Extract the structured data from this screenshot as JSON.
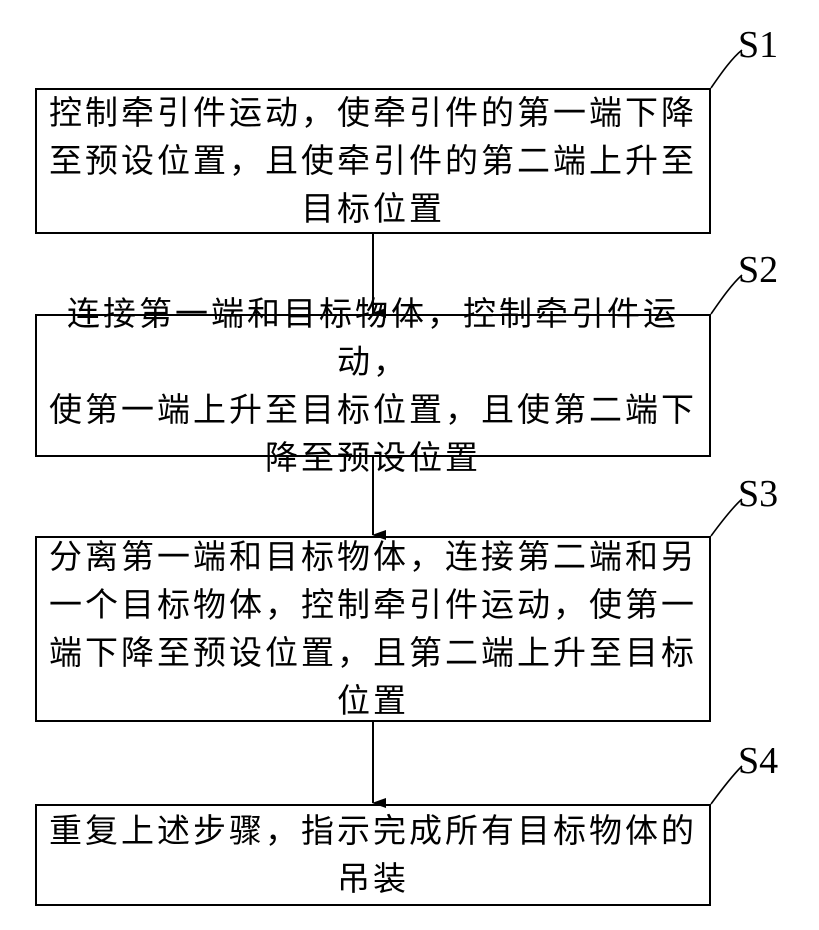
{
  "steps": [
    {
      "id": "S1",
      "text": "控制牵引件运动，使牵引件的第一端下降\n至预设位置，且使牵引件的第二端上升至\n目标位置"
    },
    {
      "id": "S2",
      "text": "连接第一端和目标物体，控制牵引件运动，\n使第一端上升至目标位置，且使第二端下\n降至预设位置"
    },
    {
      "id": "S3",
      "text": "分离第一端和目标物体，连接第二端和另\n一个目标物体，控制牵引件运动，使第一\n端下降至预设位置，且第二端上升至目标\n位置"
    },
    {
      "id": "S4",
      "text": "重复上述步骤，指示完成所有目标物体的\n吊装"
    }
  ]
}
